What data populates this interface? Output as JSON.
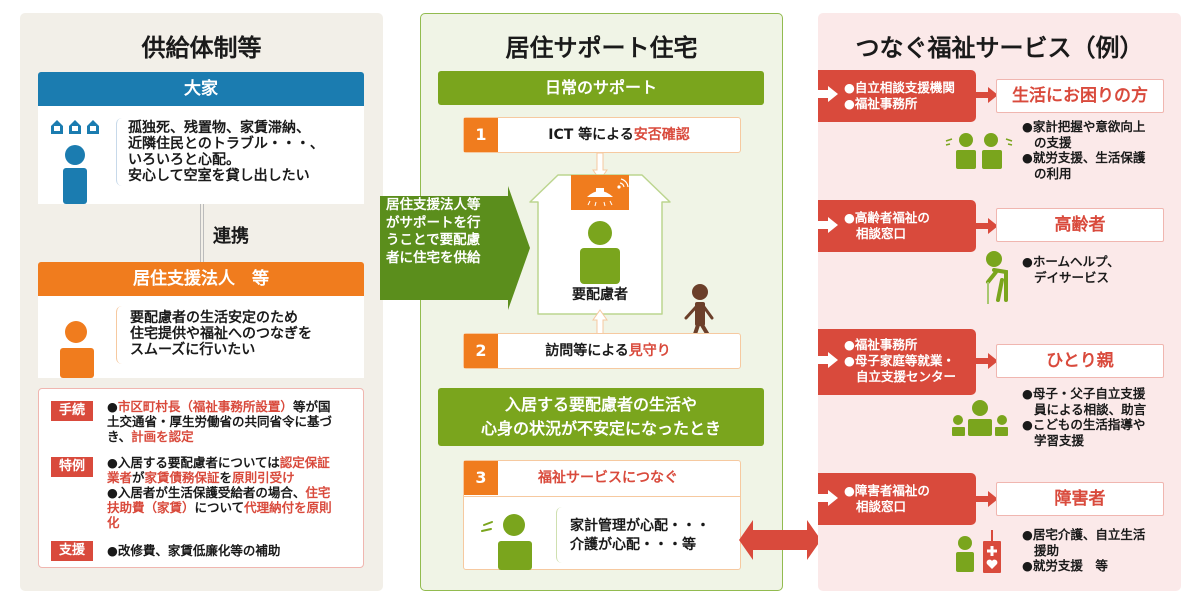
{
  "colors": {
    "blue": "#1b7cb0",
    "orange": "#f07c1e",
    "green": "#7aa51d",
    "red": "#d94a3c",
    "brown": "#6b3f2a"
  },
  "left": {
    "title": "供給体制等",
    "owner": {
      "header": "大家",
      "lines": [
        "孤独死、残置物、家賃滞納、",
        "近隣住民とのトラブル・・・、",
        "いろいろと心配。",
        "安心して空室を貸し出したい"
      ]
    },
    "link_label": "連携",
    "npo": {
      "header": "居住支援法人　等",
      "lines": [
        "要配慮者の生活安定のため",
        "住宅提供や福祉へのつなぎを",
        "スムーズに行いたい"
      ]
    },
    "rules": [
      {
        "tag": "手続",
        "segments": [
          {
            "text": "●",
            "red": false
          },
          {
            "text": "市区町村長（福祉事務所設置）",
            "red": true
          },
          {
            "text": "等が国土交通省・厚生労働省の共同省令に基づき、",
            "red": false
          },
          {
            "text": "計画を認定",
            "red": true
          }
        ]
      },
      {
        "tag": "特例",
        "segments": [
          {
            "text": "●入居する要配慮者については",
            "red": false
          },
          {
            "text": "認定保証業者",
            "red": true
          },
          {
            "text": "が",
            "red": false
          },
          {
            "text": "家賃債務保証",
            "red": true
          },
          {
            "text": "を",
            "red": false
          },
          {
            "text": "原則引受け",
            "red": true
          }
        ],
        "segments2": [
          {
            "text": "●入居者が生活保護受給者の場合、",
            "red": false
          },
          {
            "text": "住宅扶助費（家賃）",
            "red": true
          },
          {
            "text": "について",
            "red": false
          },
          {
            "text": "代理納付を原則化",
            "red": true
          }
        ]
      },
      {
        "tag": "支援",
        "segments": [
          {
            "text": "●改修費、家賃低廉化等の補助",
            "red": false
          }
        ]
      }
    ]
  },
  "middle": {
    "title": "居住サポート住宅",
    "daily_support": "日常のサポート",
    "steps": [
      {
        "num": "1",
        "prefix": "ICT 等による",
        "highlight": "安否確認"
      },
      {
        "num": "2",
        "prefix": "訪問等による",
        "highlight": "見守り"
      },
      {
        "num": "3",
        "prefix": "",
        "highlight": "福祉サービスにつなぐ"
      }
    ],
    "house_person_label": "要配慮者",
    "supply_arrow_lines": [
      "居住支援法人等",
      "がサポートを行",
      "うことで要配慮",
      "者に住宅を供給"
    ],
    "unstable_lines": [
      "入居する要配慮者の生活や",
      "心身の状況が不安定になったとき"
    ],
    "worries": [
      "家計管理が心配・・・",
      "介護が心配・・・等"
    ]
  },
  "right": {
    "title": "つなぐ福祉サービス（例）",
    "services": [
      {
        "agencies": [
          "●自立相談支援機関",
          "●福祉事務所"
        ],
        "target": "生活にお困りの方",
        "items": [
          [
            "●家計把握や意欲向上",
            "の支援"
          ],
          [
            "●就労支援、生活保護",
            "の利用"
          ]
        ]
      },
      {
        "agencies": [
          "●高齢者福祉の",
          "相談窓口"
        ],
        "target": "高齢者",
        "items": [
          [
            "●ホームヘルプ、",
            "デイサービス"
          ]
        ]
      },
      {
        "agencies": [
          "●福祉事務所",
          "●母子家庭等就業・",
          "自立支援センター"
        ],
        "target": "ひとり親",
        "items": [
          [
            "●母子・父子自立支援",
            "員による相談、助言"
          ],
          [
            "●こどもの生活指導や",
            "学習支援"
          ]
        ]
      },
      {
        "agencies": [
          "●障害者福祉の",
          "相談窓口"
        ],
        "target": "障害者",
        "items": [
          [
            "●居宅介護、自立生活",
            "援助"
          ],
          [
            "●就労支援　等"
          ]
        ]
      }
    ]
  }
}
